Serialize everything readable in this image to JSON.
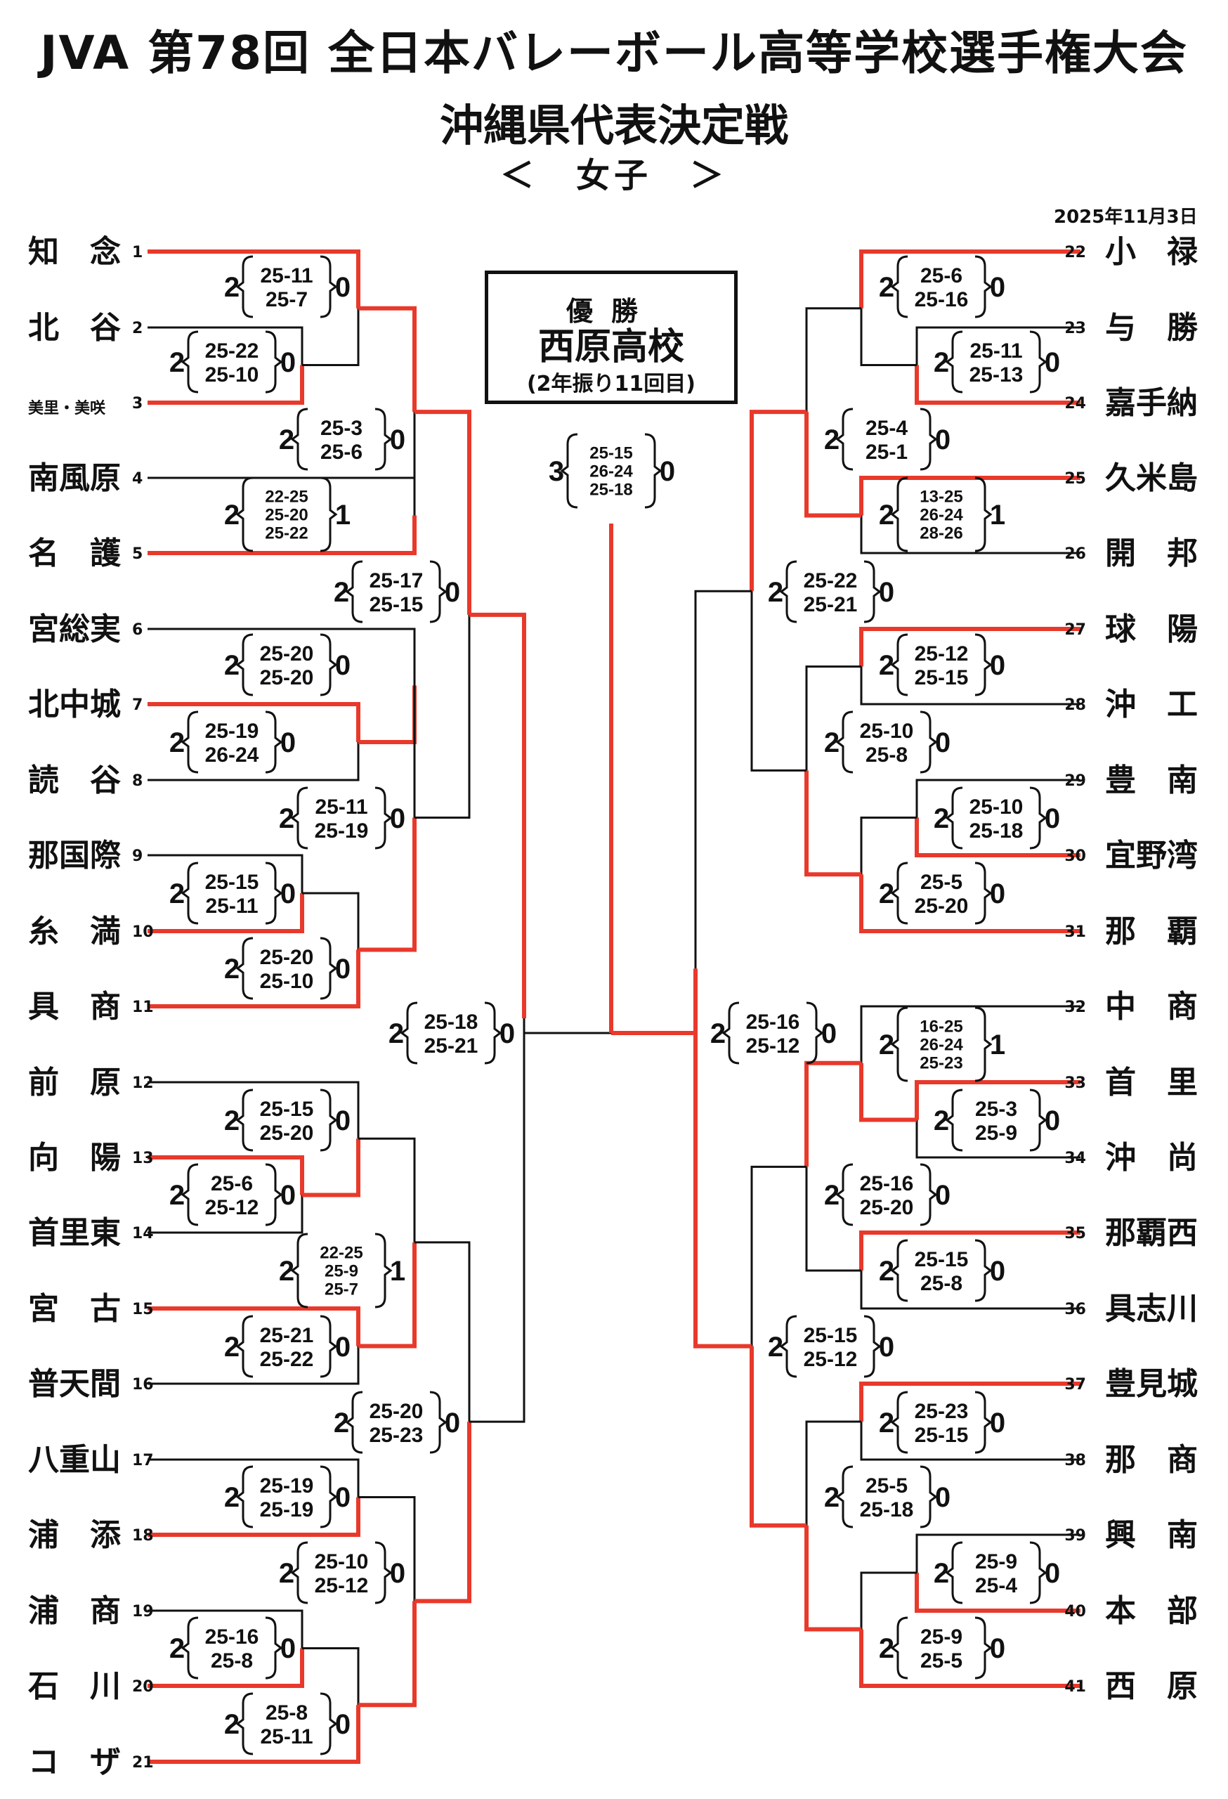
{
  "header": {
    "title": "JVA 第78回 全日本バレーボール高等学校選手権大会",
    "subtitle": "沖縄県代表決定戦",
    "division": "＜　女子　＞",
    "date": "2025年11月3日"
  },
  "champion": {
    "label": "優勝",
    "name": "西原高校",
    "note": "(2年振り11回目)"
  },
  "colors": {
    "winner_line": "#e8392b",
    "loser_line": "#111111"
  },
  "teams": [
    {
      "num": "1",
      "name": "知　念"
    },
    {
      "num": "2",
      "name": "北　谷"
    },
    {
      "num": "3",
      "name": "美里・美咲"
    },
    {
      "num": "4",
      "name": "南風原"
    },
    {
      "num": "5",
      "name": "名　護"
    },
    {
      "num": "6",
      "name": "宮総実"
    },
    {
      "num": "7",
      "name": "北中城"
    },
    {
      "num": "8",
      "name": "読　谷"
    },
    {
      "num": "9",
      "name": "那国際"
    },
    {
      "num": "10",
      "name": "糸　満"
    },
    {
      "num": "11",
      "name": "具　商"
    },
    {
      "num": "12",
      "name": "前　原"
    },
    {
      "num": "13",
      "name": "向　陽"
    },
    {
      "num": "14",
      "name": "首里東"
    },
    {
      "num": "15",
      "name": "宮　古"
    },
    {
      "num": "16",
      "name": "普天間"
    },
    {
      "num": "17",
      "name": "八重山"
    },
    {
      "num": "18",
      "name": "浦　添"
    },
    {
      "num": "19",
      "name": "浦　商"
    },
    {
      "num": "20",
      "name": "石　川"
    },
    {
      "num": "21",
      "name": "コ　ザ"
    },
    {
      "num": "22",
      "name": "小　禄"
    },
    {
      "num": "23",
      "name": "与　勝"
    },
    {
      "num": "24",
      "name": "嘉手納"
    },
    {
      "num": "25",
      "name": "久米島"
    },
    {
      "num": "26",
      "name": "開　邦"
    },
    {
      "num": "27",
      "name": "球　陽"
    },
    {
      "num": "28",
      "name": "沖　工"
    },
    {
      "num": "29",
      "name": "豊　南"
    },
    {
      "num": "30",
      "name": "宜野湾"
    },
    {
      "num": "31",
      "name": "那　覇"
    },
    {
      "num": "32",
      "name": "中　商"
    },
    {
      "num": "33",
      "name": "首　里"
    },
    {
      "num": "34",
      "name": "沖　尚"
    },
    {
      "num": "35",
      "name": "那覇西"
    },
    {
      "num": "36",
      "name": "具志川"
    },
    {
      "num": "37",
      "name": "豊見城"
    },
    {
      "num": "38",
      "name": "那　商"
    },
    {
      "num": "39",
      "name": "興　南"
    },
    {
      "num": "40",
      "name": "本　部"
    },
    {
      "num": "41",
      "name": "西　原"
    }
  ],
  "matches": [
    {
      "id": "L1",
      "w": "2",
      "sets": [
        "25-11",
        "25-7"
      ],
      "l": "0"
    },
    {
      "id": "L2",
      "w": "2",
      "sets": [
        "25-22",
        "25-10"
      ],
      "l": "0"
    },
    {
      "id": "L3",
      "w": "2",
      "sets": [
        "25-3",
        "25-6"
      ],
      "l": "0"
    },
    {
      "id": "L4",
      "w": "2",
      "sets": [
        "22-25",
        "25-20",
        "25-22"
      ],
      "l": "1"
    },
    {
      "id": "L5",
      "w": "2",
      "sets": [
        "25-17",
        "25-15"
      ],
      "l": "0"
    },
    {
      "id": "L6",
      "w": "2",
      "sets": [
        "25-20",
        "25-20"
      ],
      "l": "0"
    },
    {
      "id": "L7",
      "w": "2",
      "sets": [
        "25-19",
        "26-24"
      ],
      "l": "0"
    },
    {
      "id": "L8",
      "w": "2",
      "sets": [
        "25-11",
        "25-19"
      ],
      "l": "0"
    },
    {
      "id": "L9",
      "w": "2",
      "sets": [
        "25-15",
        "25-11"
      ],
      "l": "0"
    },
    {
      "id": "L10",
      "w": "2",
      "sets": [
        "25-20",
        "25-10"
      ],
      "l": "0"
    },
    {
      "id": "L11",
      "w": "2",
      "sets": [
        "25-18",
        "25-21"
      ],
      "l": "0"
    },
    {
      "id": "L12",
      "w": "2",
      "sets": [
        "25-15",
        "25-20"
      ],
      "l": "0"
    },
    {
      "id": "L13",
      "w": "2",
      "sets": [
        "25-6",
        "25-12"
      ],
      "l": "0"
    },
    {
      "id": "L14",
      "w": "2",
      "sets": [
        "22-25",
        "25-9",
        "25-7"
      ],
      "l": "1"
    },
    {
      "id": "L15",
      "w": "2",
      "sets": [
        "25-21",
        "25-22"
      ],
      "l": "0"
    },
    {
      "id": "L16",
      "w": "2",
      "sets": [
        "25-20",
        "25-23"
      ],
      "l": "0"
    },
    {
      "id": "L17",
      "w": "2",
      "sets": [
        "25-19",
        "25-19"
      ],
      "l": "0"
    },
    {
      "id": "L18",
      "w": "2",
      "sets": [
        "25-10",
        "25-12"
      ],
      "l": "0"
    },
    {
      "id": "L19",
      "w": "2",
      "sets": [
        "25-16",
        "25-8"
      ],
      "l": "0"
    },
    {
      "id": "L20",
      "w": "2",
      "sets": [
        "25-8",
        "25-11"
      ],
      "l": "0"
    },
    {
      "id": "R1",
      "w": "2",
      "sets": [
        "25-6",
        "25-16"
      ],
      "l": "0"
    },
    {
      "id": "R2",
      "w": "2",
      "sets": [
        "25-11",
        "25-13"
      ],
      "l": "0"
    },
    {
      "id": "R3",
      "w": "2",
      "sets": [
        "25-4",
        "25-1"
      ],
      "l": "0"
    },
    {
      "id": "R4",
      "w": "2",
      "sets": [
        "13-25",
        "26-24",
        "28-26"
      ],
      "l": "1"
    },
    {
      "id": "R5",
      "w": "2",
      "sets": [
        "25-22",
        "25-21"
      ],
      "l": "0"
    },
    {
      "id": "R6",
      "w": "2",
      "sets": [
        "25-12",
        "25-15"
      ],
      "l": "0"
    },
    {
      "id": "R7",
      "w": "2",
      "sets": [
        "25-10",
        "25-8"
      ],
      "l": "0"
    },
    {
      "id": "R8",
      "w": "2",
      "sets": [
        "25-10",
        "25-18"
      ],
      "l": "0"
    },
    {
      "id": "R9",
      "w": "2",
      "sets": [
        "25-5",
        "25-20"
      ],
      "l": "0"
    },
    {
      "id": "R10",
      "w": "2",
      "sets": [
        "25-16",
        "25-12"
      ],
      "l": "0"
    },
    {
      "id": "R11",
      "w": "2",
      "sets": [
        "16-25",
        "26-24",
        "25-23"
      ],
      "l": "1"
    },
    {
      "id": "R12",
      "w": "2",
      "sets": [
        "25-3",
        "25-9"
      ],
      "l": "0"
    },
    {
      "id": "R13",
      "w": "2",
      "sets": [
        "25-16",
        "25-20"
      ],
      "l": "0"
    },
    {
      "id": "R14",
      "w": "2",
      "sets": [
        "25-15",
        "25-8"
      ],
      "l": "0"
    },
    {
      "id": "R15",
      "w": "2",
      "sets": [
        "25-15",
        "25-12"
      ],
      "l": "0"
    },
    {
      "id": "R16",
      "w": "2",
      "sets": [
        "25-23",
        "25-15"
      ],
      "l": "0"
    },
    {
      "id": "R17",
      "w": "2",
      "sets": [
        "25-5",
        "25-18"
      ],
      "l": "0"
    },
    {
      "id": "R18",
      "w": "2",
      "sets": [
        "25-9",
        "25-4"
      ],
      "l": "0"
    },
    {
      "id": "R19",
      "w": "2",
      "sets": [
        "25-9",
        "25-5"
      ],
      "l": "0"
    },
    {
      "id": "F",
      "w": "3",
      "sets": [
        "25-15",
        "26-24",
        "25-18"
      ],
      "l": "0"
    }
  ]
}
